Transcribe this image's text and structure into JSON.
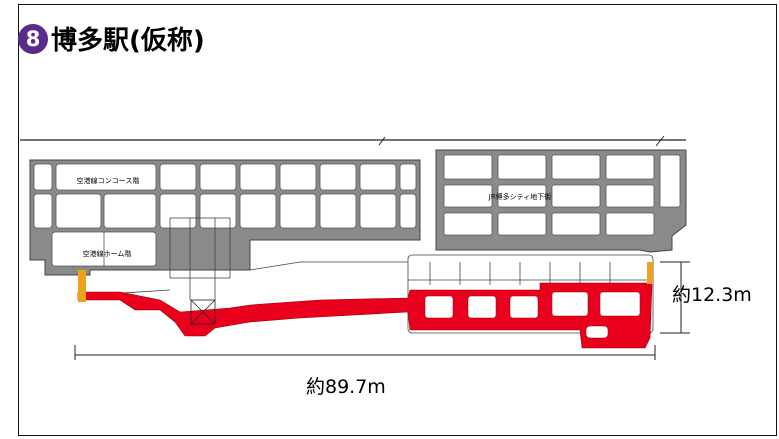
{
  "title": {
    "number": "8",
    "text": "博多駅(仮称)"
  },
  "drawing": {
    "label_concourse": "空港線コンコース階",
    "label_underground_mall": "JR博多シティ地下街",
    "label_platform": "空港線ホーム階"
  },
  "dimensions": {
    "height": "約12.3m",
    "width": "約89.7m"
  },
  "colors": {
    "new_structure": "#e8001c",
    "existing_structure": "#8a8a8a",
    "accent_edge": "#f0a020",
    "badge": "#5a2a8c"
  }
}
